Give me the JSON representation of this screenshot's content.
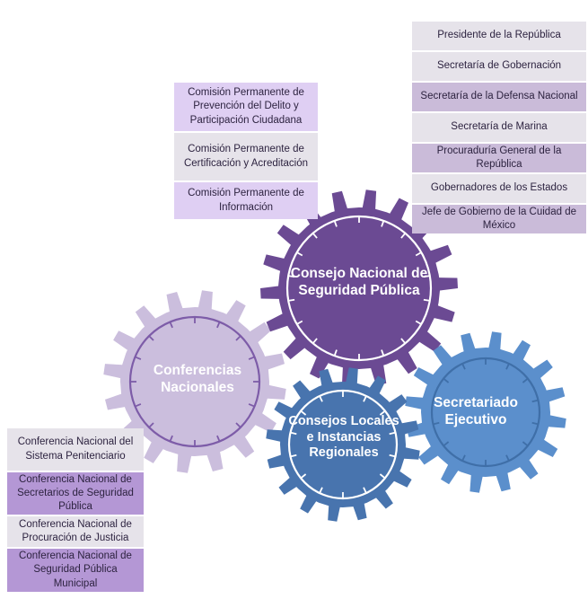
{
  "right_column": [
    "Presidente de la República",
    "Secretaría de Gobernación",
    "Secretaría de la Defensa Nacional",
    "Secretaría de Marina",
    "Procuraduría General de la República",
    "Gobernadores de los Estados",
    "Jefe de Gobierno de la Cuidad de México"
  ],
  "middle_column": [
    "Comisión Permanente de Prevención del Delito y Participación Ciudadana",
    "Comisión Permanente de Certificación y Acreditación",
    "Comisión Permanente de Información"
  ],
  "left_column": [
    "Conferencia Nacional del Sistema Penitenciario",
    "Conferencia Nacional de Secretarios de Seguridad Pública",
    "Conferencia Nacional de Procuración de Justicia",
    "Conferencia Nacional de Seguridad Pública Municipal"
  ],
  "gears": {
    "consejo": "Consejo Nacional de Seguridad Pública",
    "conferencias": "Conferencias Nacionales",
    "secretariado": "Secretariado Ejecutivo",
    "locales": "Consejos Locales e Instancias Regionales"
  },
  "colors": {
    "consejo_gear": "#6b4a93",
    "conferencias_gear": "#cbbedd",
    "secretariado_gear": "#5b8fcc",
    "locales_gear": "#4874ae",
    "grey_cell": "#e6e3ea",
    "lilac_cell": "#dfcff3",
    "purple_cell": "#b497d5",
    "mauve_cell": "#cabbd9"
  }
}
